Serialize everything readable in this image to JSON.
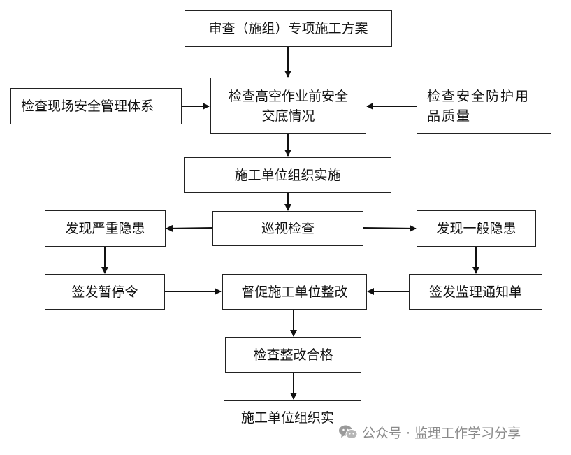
{
  "nodes": {
    "review_plan": "审查（施组）专项施工方案",
    "check_safety_briefing": "检查高空作业前安全\n交底情况",
    "check_site_system": "检查现场安全管理体系",
    "check_protective_quality": "检查安全防护用\n品质量",
    "contractor_implements": "施工单位组织实施",
    "patrol_inspection": "巡视检查",
    "serious_hazard": "发现严重隐患",
    "general_hazard": "发现一般隐患",
    "issue_stop_order": "签发暂停令",
    "urge_rectification": "督促施工单位整改",
    "issue_notice": "签发监理通知单",
    "check_rectification_ok": "检查整改合格",
    "contractor_implements_2": "施工单位组织实"
  },
  "watermark": {
    "text": "公众号 · 监理工作学习分享",
    "icon": "wechat-icon"
  },
  "colors": {
    "line": "#111111",
    "watermark": "#8a8a8a"
  }
}
